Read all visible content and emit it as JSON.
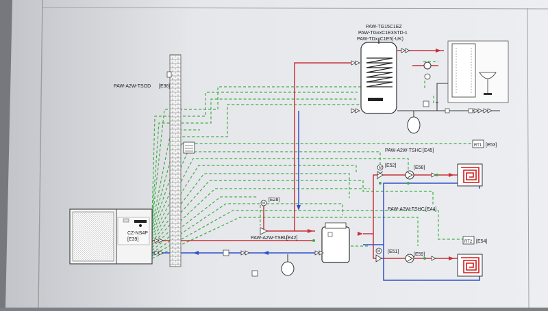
{
  "labels": {
    "tank_model_1": "PAW-TG15C1EZ",
    "tank_model_2": "PAW-TGxxC1E3STD-1",
    "tank_model_3": "PAW-TDxxC1E5(-UK)",
    "outdoor_sensor": "PAW-A2W-TSOD",
    "outdoor_sensor_code": "[E36]",
    "unit_model": "CZ-NS4P",
    "unit_code": "[E39]",
    "buffer_sensor": "PAW-A2W-TSBU",
    "buffer_code": "[E42]",
    "valve_code": "[E28]",
    "zone1_sensor": "PAW-A2W-TSHC",
    "zone1_code": "[E45]",
    "zone2_sensor": "PAW-A2W-TSHC",
    "zone2_code": "[E44]",
    "zone1_mixer": "[E52]",
    "zone1_pump": "[E58]",
    "zone2_mixer": "[E51]",
    "zone2_pump": "[E59]",
    "rt1": "RT1",
    "rt1_code": "[E53]",
    "rt2": "RT2",
    "rt2_code": "[E54]"
  },
  "colors": {
    "supply_line": "#c8323a",
    "return_line": "#2f4fc8",
    "control_line": "#3cb043",
    "underfloor_heating": "#d01818"
  }
}
